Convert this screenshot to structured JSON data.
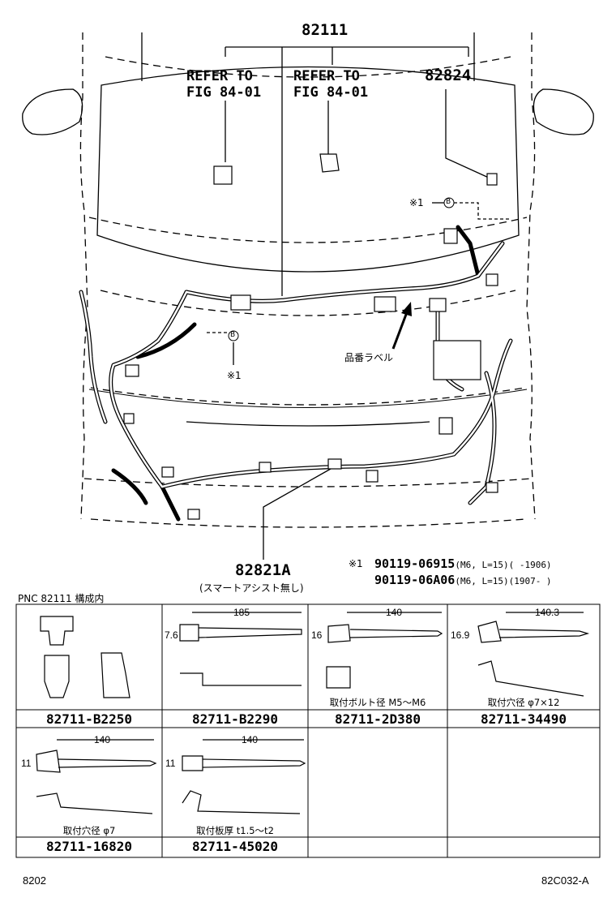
{
  "diagram": {
    "main_part": "82111",
    "refer_left": [
      "REFER TO",
      "FIG 84-01"
    ],
    "refer_right": [
      "REFER TO",
      "FIG 84-01"
    ],
    "part_82824": "82824",
    "callout_symbol": "※1",
    "callout_circle": "B",
    "label_tag": "品番ラベル",
    "part_82821a": "82821A",
    "part_82821a_note": "(スマートアシスト無し)"
  },
  "bolt_notes": {
    "marker": "※1",
    "rows": [
      {
        "part": "90119-06915",
        "spec": "(M6, L=15)",
        "range": "(       -1906)"
      },
      {
        "part": "90119-06A06",
        "spec": "(M6, L=15)",
        "range": "(1907-       )"
      }
    ]
  },
  "table": {
    "header": "PNC 82111 構成内",
    "cells": [
      {
        "part": "82711-B2250",
        "caption": "",
        "dims": []
      },
      {
        "part": "82711-B2290",
        "caption": "",
        "dims": [
          "185",
          "7.6"
        ]
      },
      {
        "part": "82711-2D380",
        "caption": "取付ボルト径 M5～M6",
        "dims": [
          "140",
          "16"
        ]
      },
      {
        "part": "82711-34490",
        "caption": "取付穴径  φ7×12",
        "dims": [
          "140.3",
          "16.9"
        ]
      },
      {
        "part": "82711-16820",
        "caption": "取付穴径  φ7",
        "dims": [
          "140",
          "11"
        ]
      },
      {
        "part": "82711-45020",
        "caption": "取付板厚 t1.5～t2",
        "dims": [
          "140",
          "11"
        ]
      }
    ]
  },
  "footer": {
    "left": "8202",
    "right": "82C032-A"
  }
}
